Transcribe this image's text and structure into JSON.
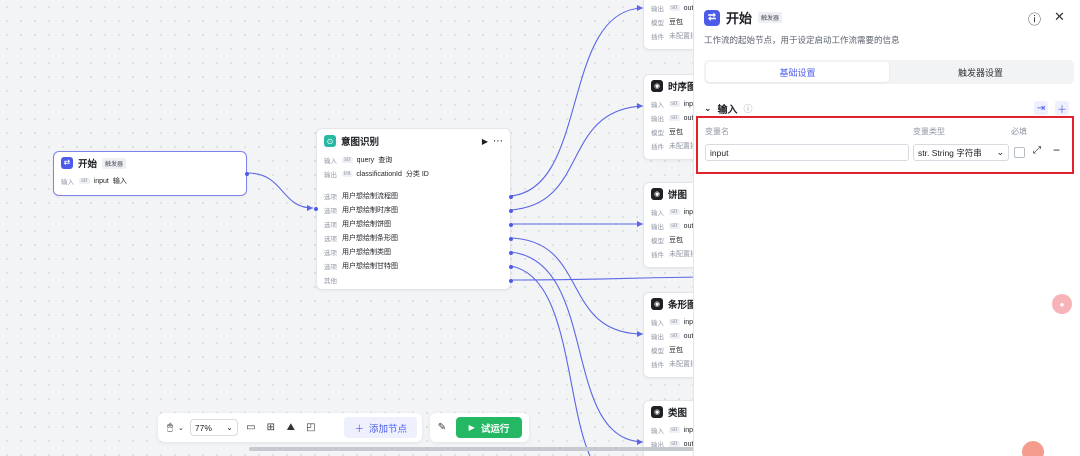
{
  "start_node": {
    "title": "开始",
    "trigger_badge": "触发器",
    "input_label": "输入",
    "input_type": "str",
    "input_name": "input",
    "input_desc": "输入"
  },
  "intent_node": {
    "title": "意图识别",
    "input_label": "输入",
    "input_type": "str",
    "input_name": "query",
    "input_desc": "查询",
    "output_label": "输出",
    "output_type": "int",
    "output_name": "classificationId",
    "output_desc": "分类 ID",
    "options": [
      {
        "label": "选项",
        "text": "用户想绘制流程图"
      },
      {
        "label": "选项",
        "text": "用户想绘制时序图"
      },
      {
        "label": "选项",
        "text": "用户想绘制饼图"
      },
      {
        "label": "选项",
        "text": "用户想绘制条形图"
      },
      {
        "label": "选项",
        "text": "用户想绘制类图"
      },
      {
        "label": "选项",
        "text": "用户想绘制甘特图"
      }
    ],
    "other_label": "其他"
  },
  "plugin_rows": {
    "input": "输入",
    "output": "输出",
    "model": "模型",
    "plugin": "插件",
    "type_str": "str",
    "input_val": "input",
    "output_val": "output",
    "model_val": "豆包",
    "plugin_val": "未配置插件"
  },
  "plugin_nodes": [
    {
      "title": ""
    },
    {
      "title": "时序图"
    },
    {
      "title": "饼图"
    },
    {
      "title": "条形图"
    },
    {
      "title": "类图"
    }
  ],
  "panel": {
    "title": "开始",
    "trigger_badge": "触发器",
    "description": "工作流的起始节点，用于设定启动工作流需要的信息",
    "tabs": [
      {
        "label": "基础设置",
        "active": true
      },
      {
        "label": "触发器设置",
        "active": false
      }
    ],
    "section_title": "输入",
    "col_name": "变量名",
    "col_type": "变量类型",
    "col_required": "必填",
    "variable_value": "input",
    "type_value": "str. String  字符串"
  },
  "toolbar": {
    "zoom": "77%",
    "add_node": "添加节点",
    "run": "试运行"
  },
  "colors": {
    "accent": "#4c5ce8",
    "run_green": "#25b864",
    "highlight_red": "#e2212d",
    "intent_teal": "#27b8a3"
  }
}
